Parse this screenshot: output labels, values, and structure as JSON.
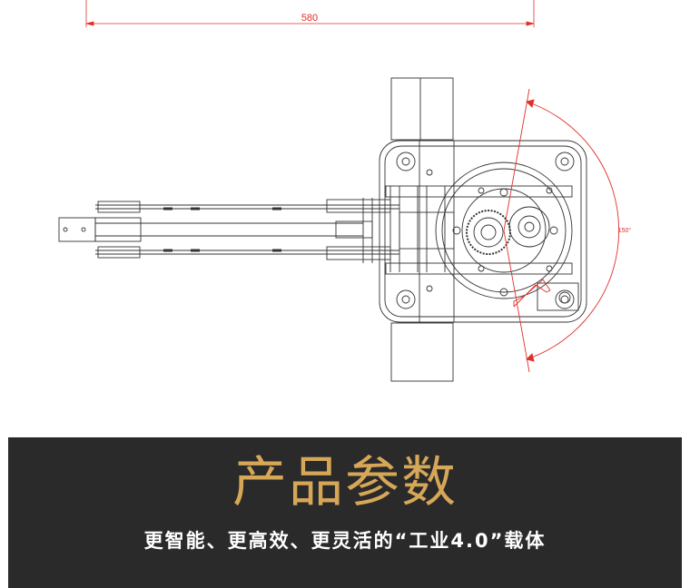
{
  "drawing": {
    "dimension_top": "580",
    "angle_label": "150°",
    "line_color": "#333333",
    "dimension_color": "#e0302a"
  },
  "banner": {
    "title": "产品参数",
    "subtitle": "更智能、更高效、更灵活的“工业4.0”载体",
    "background": "#2a2a2a",
    "title_color": "#d7a758"
  }
}
